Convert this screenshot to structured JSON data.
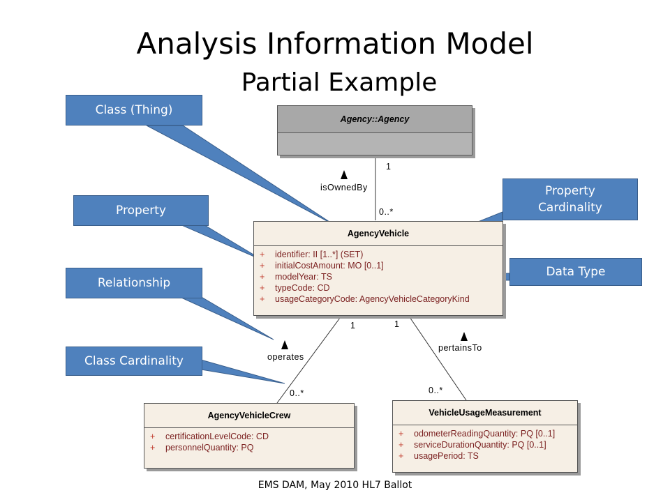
{
  "title": "Analysis Information Model",
  "subtitle": "Partial Example",
  "footer": "EMS DAM, May 2010 HL7 Ballot",
  "callouts": {
    "class_thing": "Class (Thing)",
    "property": "Property",
    "property_cardinality_line1": "Property",
    "property_cardinality_line2": "Cardinality",
    "data_type": "Data Type",
    "relationship": "Relationship",
    "class_cardinality": "Class Cardinality"
  },
  "classes": {
    "agency": {
      "name": "Agency::Agency"
    },
    "vehicle": {
      "name": "AgencyVehicle",
      "attributes": [
        {
          "vis": "+",
          "text": "identifier:  II [1..*] (SET)"
        },
        {
          "vis": "+",
          "text": "initialCostAmount:  MO [0..1]"
        },
        {
          "vis": "+",
          "text": "modelYear:  TS"
        },
        {
          "vis": "+",
          "text": "typeCode:  CD"
        },
        {
          "vis": "+",
          "text": "usageCategoryCode:  AgencyVehicleCategoryKind"
        }
      ]
    },
    "crew": {
      "name": "AgencyVehicleCrew",
      "attributes": [
        {
          "vis": "+",
          "text": "certificationLevelCode:  CD"
        },
        {
          "vis": "+",
          "text": "personnelQuantity:  PQ"
        }
      ]
    },
    "usage": {
      "name": "VehicleUsageMeasurement",
      "attributes": [
        {
          "vis": "+",
          "text": "odometerReadingQuantity:  PQ [0..1]"
        },
        {
          "vis": "+",
          "text": "serviceDurationQuantity:  PQ [0..1]"
        },
        {
          "vis": "+",
          "text": "usagePeriod:  TS"
        }
      ]
    }
  },
  "relations": {
    "is_owned_by": "isOwnedBy",
    "operates": "operates",
    "pertains_to": "pertainsTo",
    "agency_mult": "1",
    "vehicle_mult_top": "0..*",
    "vehicle_mult_left": "1",
    "vehicle_mult_right": "1",
    "crew_mult": "0..*",
    "usage_mult": "0..*"
  },
  "colors": {
    "callout_fill": "#4f81bd",
    "callout_border": "#385d8a",
    "class_fill": "#f6efe5",
    "agency_fill": "#b4b4b4"
  }
}
